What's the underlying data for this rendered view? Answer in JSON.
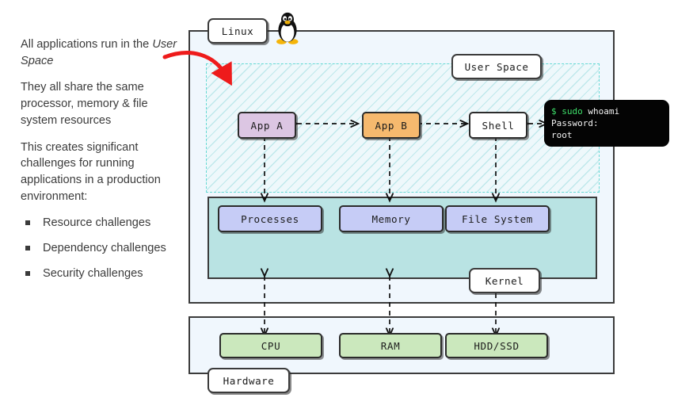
{
  "sidebar": {
    "paragraphs": [
      "All applications run in the ",
      "They all share the same processor, memory & file system resources",
      "This creates significant challenges for running applications in a production environment:"
    ],
    "emphasis": "User Space",
    "bullets": [
      "Resource challenges",
      "Dependency challenges",
      "Security challenges"
    ]
  },
  "diagram": {
    "frames": {
      "linux": "Linux",
      "user_space": "User Space",
      "kernel": "Kernel",
      "hardware": "Hardware"
    },
    "user_space_nodes": [
      {
        "label": "App A",
        "color": "#dcc6e3"
      },
      {
        "label": "App B",
        "color": "#f6b96e"
      },
      {
        "label": "Shell",
        "color": "#ffffff"
      }
    ],
    "kernel_nodes": [
      {
        "label": "Processes",
        "color": "#c6ccf6"
      },
      {
        "label": "Memory",
        "color": "#c6ccf6"
      },
      {
        "label": "File System",
        "color": "#c6ccf6"
      }
    ],
    "hardware_nodes": [
      {
        "label": "CPU",
        "color": "#cbe8bd"
      },
      {
        "label": "RAM",
        "color": "#cbe8bd"
      },
      {
        "label": "HDD/SSD",
        "color": "#cbe8bd"
      }
    ],
    "terminal": {
      "prompt": "$ sudo",
      "command": " whoami",
      "line2": "Password:",
      "line3": "root",
      "prompt_color": "#3ee06a"
    },
    "colors": {
      "frame_fill": "#f0f7fd",
      "kernel_fill": "#b9e3e3",
      "user_space_dash": "#66d9d4",
      "stroke": "#3b3b3b",
      "arrow_highlight": "#ee1b1b"
    }
  }
}
